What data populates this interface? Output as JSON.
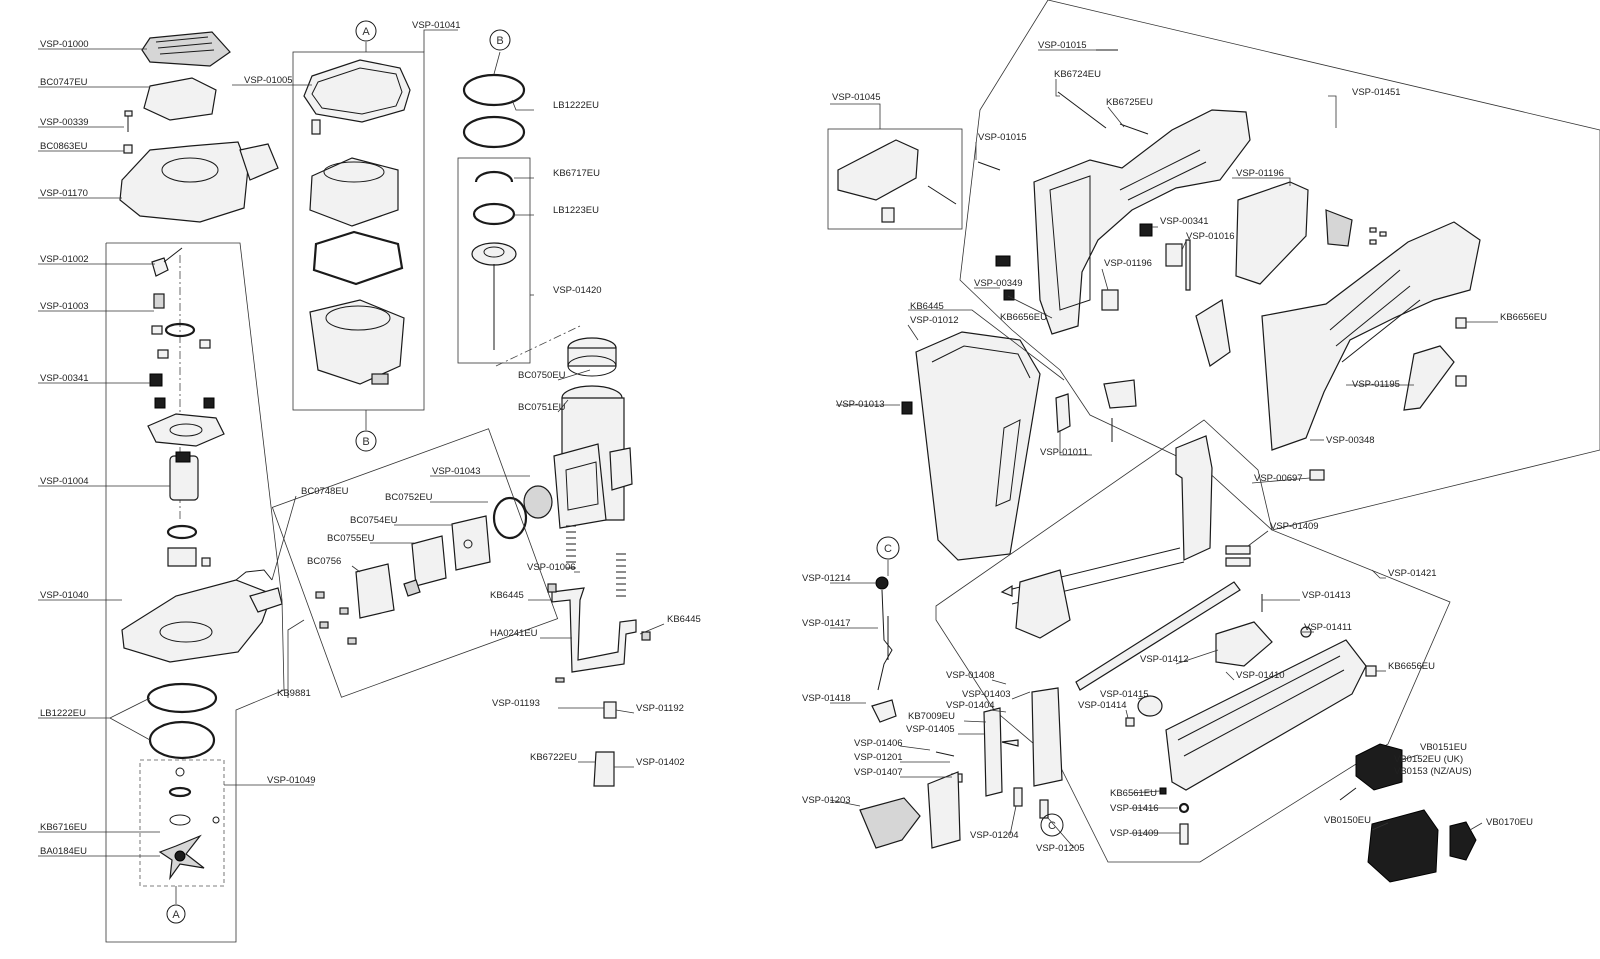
{
  "labels": {
    "vsp01000": "VSP-01000",
    "bc0747eu": "BC0747EU",
    "vsp00339": "VSP-00339",
    "bc0863eu": "BC0863EU",
    "vsp01170": "VSP-01170",
    "vsp01002": "VSP-01002",
    "vsp01003": "VSP-01003",
    "vsp00341_l": "VSP-00341",
    "vsp01004": "VSP-01004",
    "vsp01040": "VSP-01040",
    "lb1222eu_l": "LB1222EU",
    "kb6716eu": "KB6716EU",
    "ba0184eu": "BA0184EU",
    "vsp01049": "VSP-01049",
    "bc0748eu": "BC0748EU",
    "kb9881": "KB9881",
    "vsp01005": "VSP-01005",
    "vsp01041": "VSP-01041",
    "lb1222eu_r": "LB1222EU",
    "kb6717eu": "KB6717EU",
    "lb1223eu": "LB1223EU",
    "vsp01420": "VSP-01420",
    "bc0750eu": "BC0750EU",
    "bc0751eu": "BC0751EU",
    "vsp01043": "VSP-01043",
    "bc0752eu": "BC0752EU",
    "bc0754eu": "BC0754EU",
    "bc0755eu": "BC0755EU",
    "bc0756": "BC0756",
    "vsp01006": "VSP-01006",
    "kb6445_a": "KB6445",
    "ha0241eu": "HA0241EU",
    "kb6445_b": "KB6445",
    "vsp01193": "VSP-01193",
    "vsp01192": "VSP-01192",
    "kb6722eu": "KB6722EU",
    "vsp01402": "VSP-01402",
    "vsp01045": "VSP-01045",
    "vsp01015_a": "VSP-01015",
    "kb6724eu": "KB6724EU",
    "kb6725eu": "KB6725EU",
    "vsp01015_b": "VSP-01015",
    "vsp01451": "VSP-01451",
    "vsp01196_a": "VSP-01196",
    "vsp00341_r": "VSP-00341",
    "vsp01016": "VSP-01016",
    "vsp01196_b": "VSP-01196",
    "vsp00349": "VSP-00349",
    "kb6656eu_a": "KB6656EU",
    "kb6445_c": "KB6445",
    "vsp01012": "VSP-01012",
    "kb6656eu_b": "KB6656EU",
    "vsp01195": "VSP-01195",
    "vsp01013": "VSP-01013",
    "vsp01011": "VSP-01011",
    "vsp00348": "VSP-00348",
    "vsp00697": "VSP-00697",
    "vsp01409_a": "VSP-01409",
    "vsp01421": "VSP-01421",
    "vsp01214": "VSP-01214",
    "vsp01413": "VSP-01413",
    "vsp01417": "VSP-01417",
    "vsp01411": "VSP-01411",
    "vsp01412": "VSP-01412",
    "vsp01410": "VSP-01410",
    "kb6656eu_c": "KB6656EU",
    "vsp01408": "VSP-01408",
    "vsp01418": "VSP-01418",
    "vsp01403": "VSP-01403",
    "vsp01415": "VSP-01415",
    "vsp01404": "VSP-01404",
    "vsp01414": "VSP-01414",
    "kb7009eu": "KB7009EU",
    "vsp01405": "VSP-01405",
    "vsp01406": "VSP-01406",
    "vsp01201": "VSP-01201",
    "vsp01407": "VSP-01407",
    "vsp01203": "VSP-01203",
    "vsp01204": "VSP-01204",
    "vsp01205": "VSP-01205",
    "kb6561eu": "KB6561EU",
    "vsp01416": "VSP-01416",
    "vsp01409_b": "VSP-01409",
    "vb0151eu": "VB0151EU",
    "vb0152eu": "VB0152EU (UK)",
    "vb0153": "VB0153 (NZ/AUS)",
    "vb0150eu": "VB0150EU",
    "vb0170eu": "VB0170EU"
  },
  "refs": {
    "a_top": "A",
    "a_bottom": "A",
    "b_top": "B",
    "b_bottom": "B",
    "c_top": "C",
    "c_bottom": "C"
  }
}
